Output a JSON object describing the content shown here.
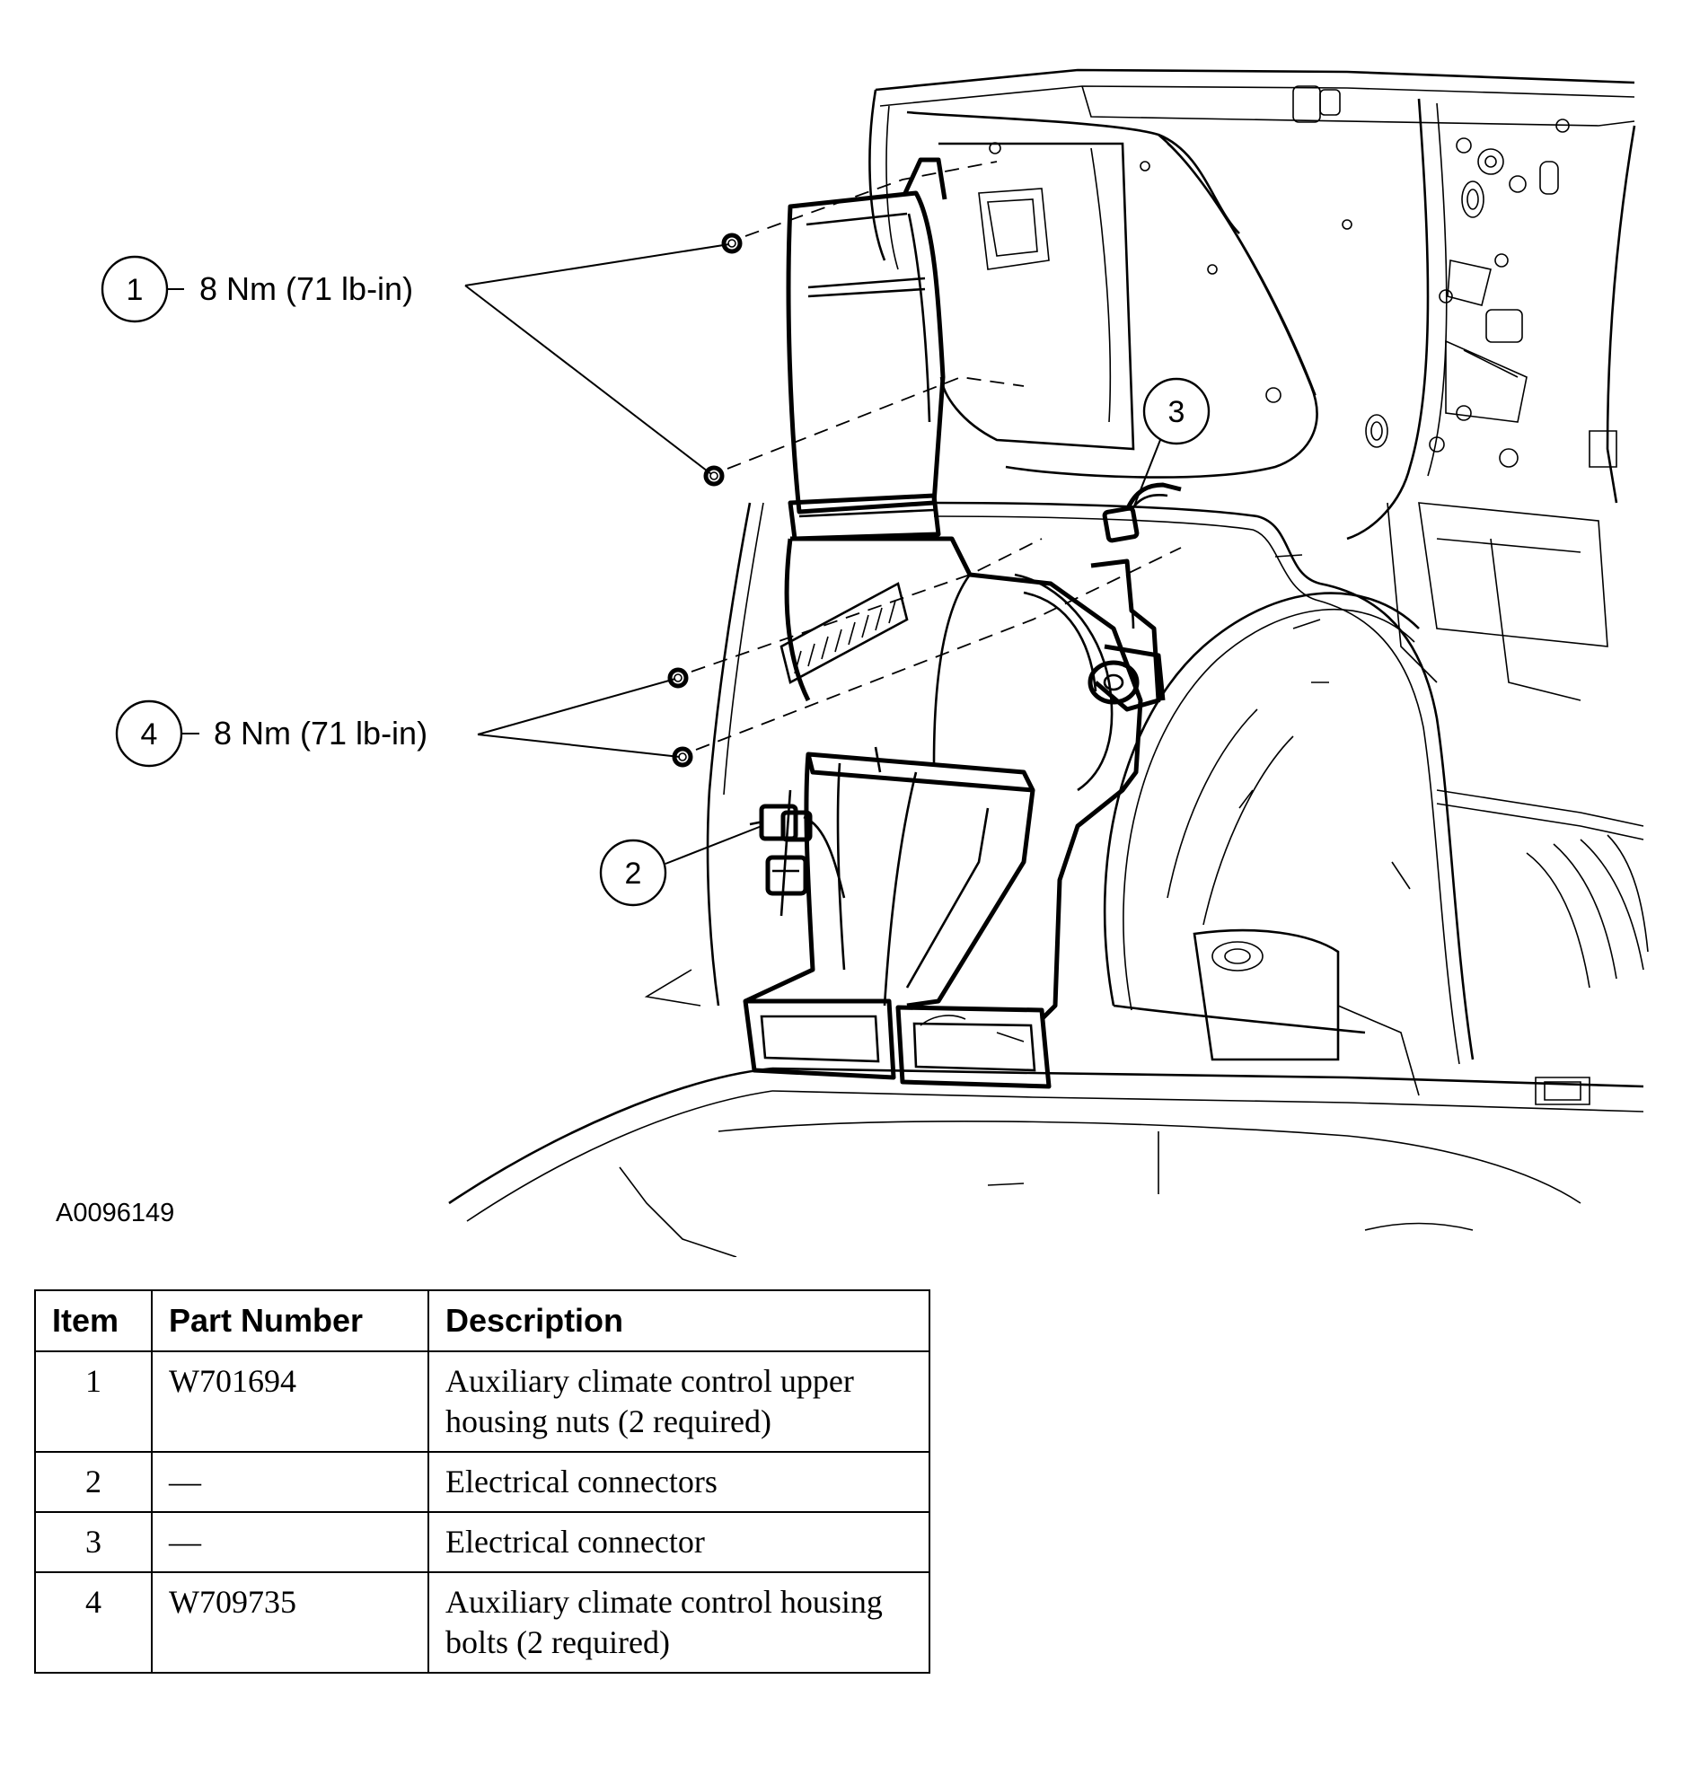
{
  "figure_id": "A0096149",
  "callouts": [
    {
      "number": "1",
      "spec": "8 Nm (71 lb-in)"
    },
    {
      "number": "2",
      "spec": ""
    },
    {
      "number": "3",
      "spec": ""
    },
    {
      "number": "4",
      "spec": "8 Nm (71 lb-in)"
    }
  ],
  "table": {
    "headers": [
      "Item",
      "Part Number",
      "Description"
    ],
    "rows": [
      {
        "item": "1",
        "part_number": "W701694",
        "description": "Auxiliary climate control upper housing nuts (2 required)"
      },
      {
        "item": "2",
        "part_number": "—",
        "description": "Electrical connectors"
      },
      {
        "item": "3",
        "part_number": "—",
        "description": "Electrical connector"
      },
      {
        "item": "4",
        "part_number": "W709735",
        "description": "Auxiliary climate control housing bolts (2 required)"
      }
    ]
  }
}
